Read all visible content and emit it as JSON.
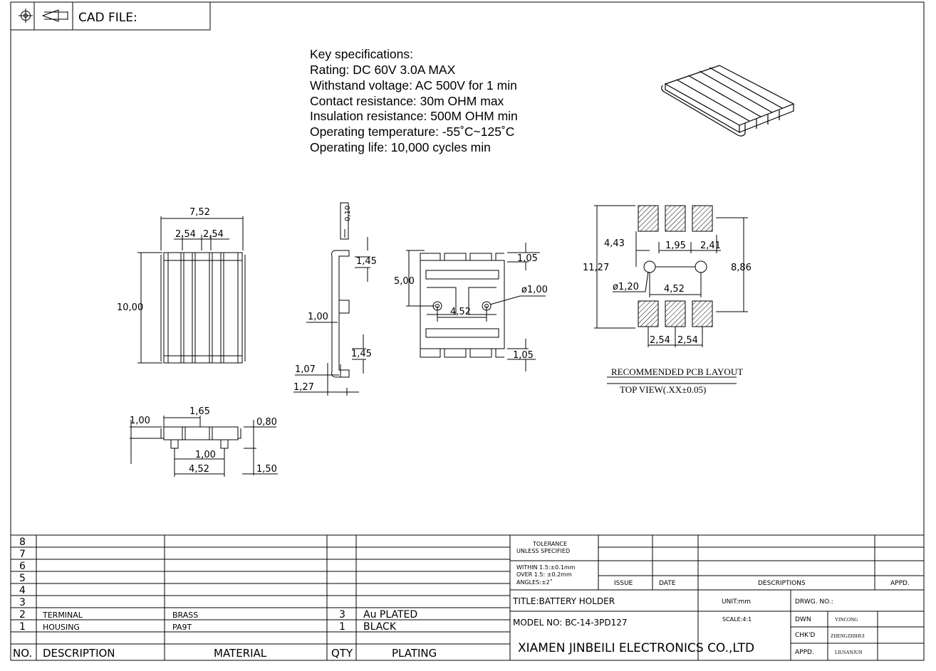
{
  "header": {
    "cad_label": "CAD FILE:",
    "cad_value": ""
  },
  "specs": {
    "title": "Key specifications:",
    "lines": [
      "Rating: DC 60V 3.0A MAX",
      "Withstand voltage: AC 500V for 1 min",
      "Contact resistance: 30m OHM max",
      "Insulation resistance: 500M OHM min",
      "Operating temperature: -55˚C~125˚C",
      "Operating life: 10,000 cycles min"
    ]
  },
  "dims": {
    "front_width": "7,52",
    "front_pitch1": "2,54",
    "front_pitch2": "2,54",
    "front_height": "10,00",
    "side_010": "0,10",
    "side_145a": "1,45",
    "side_100": "1,00",
    "side_145b": "1,45",
    "side_107": "1,07",
    "side_127": "1,27",
    "top_105a": "1,05",
    "top_500": "5,00",
    "top_dia": "ø1,00",
    "top_452": "4,52",
    "top_105b": "1,05",
    "bot_165": "1,65",
    "bot_100a": "1,00",
    "bot_080": "0,80",
    "bot_100b": "1,00",
    "bot_452": "4,52",
    "bot_150": "1,50",
    "pcb_443": "4,43",
    "pcb_195": "1,95",
    "pcb_241": "2,41",
    "pcb_1127": "11,27",
    "pcb_886": "8,86",
    "pcb_dia": "ø1,20",
    "pcb_452": "4,52",
    "pcb_254a": "2,54",
    "pcb_254b": "2,54"
  },
  "pcb_caption": {
    "line1": "RECOMMENDED PCB LAYOUT",
    "line2": "TOP VIEW(.XX±0.05)"
  },
  "bom": {
    "rows": [
      {
        "no": "8",
        "description": "",
        "material": "",
        "qty": "",
        "plating": ""
      },
      {
        "no": "7",
        "description": "",
        "material": "",
        "qty": "",
        "plating": ""
      },
      {
        "no": "6",
        "description": "",
        "material": "",
        "qty": "",
        "plating": ""
      },
      {
        "no": "5",
        "description": "",
        "material": "",
        "qty": "",
        "plating": ""
      },
      {
        "no": "4",
        "description": "",
        "material": "",
        "qty": "",
        "plating": ""
      },
      {
        "no": "3",
        "description": "",
        "material": "",
        "qty": "",
        "plating": ""
      },
      {
        "no": "2",
        "description": "TERMINAL",
        "material": "BRASS",
        "qty": "3",
        "plating": "Au PLATED"
      },
      {
        "no": "1",
        "description": "HOUSING",
        "material": "PA9T",
        "qty": "1",
        "plating": "BLACK"
      }
    ],
    "header": {
      "no": "NO.",
      "description": "DESCRIPTION",
      "material": "MATERIAL",
      "qty": "QTY",
      "plating": "PLATING"
    }
  },
  "title_block": {
    "tolerance1": "TOLERANCE",
    "tolerance2": "UNLESS SPECIFIED",
    "within": "WITHIN 1.5:±0.1mm",
    "over": "OVER 1.5: ±0.2mm",
    "angles": "ANGLES:±2˚",
    "issue": "ISSUE",
    "date": "DATE",
    "descriptions": "DESCRIPTIONS",
    "appd": "APPD.",
    "title": "TITLE:BATTERY HOLDER",
    "unit": "UNIT:mm",
    "drwg_no": "DRWG. NO.:",
    "model": "MODEL NO: BC-14-3PD127",
    "scale": "SCALE:4:1",
    "dwn_label": "DWN",
    "dwn_value": "YINCONG",
    "chkd_label": "CHK'D",
    "chkd_value": "ZHENGZHIHUI",
    "appd_label": "APPD.",
    "appd_value": "LIUSANJUN",
    "company": "XIAMEN JINBEILI ELECTRONICS CO.,LTD"
  }
}
